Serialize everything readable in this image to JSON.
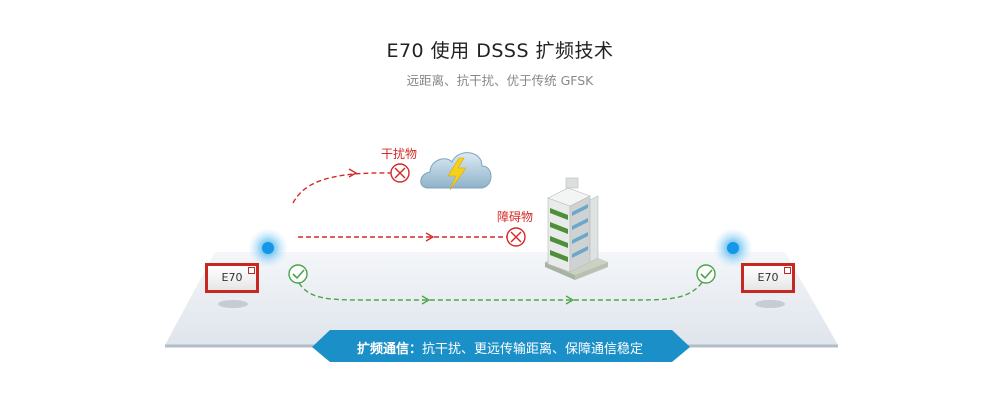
{
  "header": {
    "title": "E70 使用 DSSS 扩频技术",
    "subtitle": "远距离、抗干扰、优于传统 GFSK"
  },
  "modules": {
    "left_label": "E70",
    "right_label": "E70"
  },
  "labels": {
    "interference": "干扰物",
    "obstacle": "障碍物"
  },
  "banner": {
    "bold": "扩频通信：",
    "text": "抗干扰、更远传输距离、保障通信稳定"
  },
  "colors": {
    "blocked_path": "#d42a26",
    "ok_path": "#4aa54a",
    "banner": "#1a8fc8",
    "module_border": "#c7281f"
  }
}
